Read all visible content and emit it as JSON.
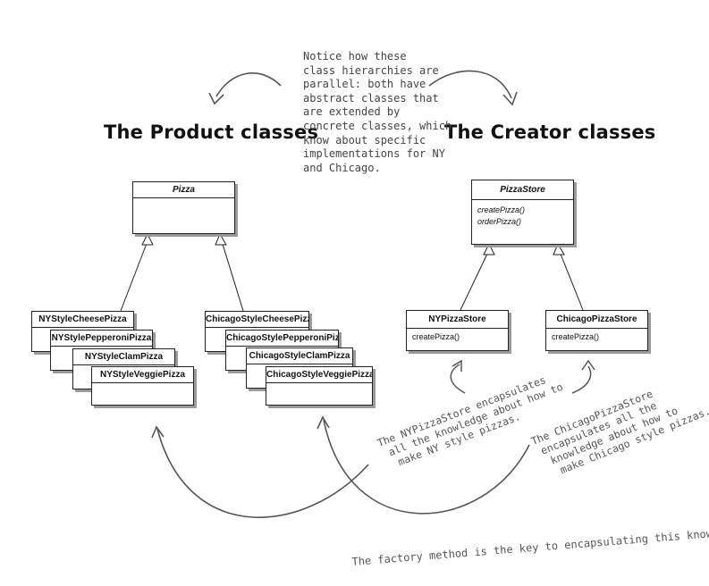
{
  "headings": {
    "product": "The Product classes",
    "creator": "The Creator classes"
  },
  "top_note": [
    "Notice how these",
    "class hierarchies are",
    "parallel: both have",
    "abstract classes that",
    "are extended by",
    "concrete classes, which",
    "know about  specific",
    "implementations for NY",
    "and Chicago."
  ],
  "product": {
    "abstract": {
      "name": "Pizza"
    },
    "ny": [
      "NYStyleCheesePizza",
      "NYStylePepperoniPizza",
      "NYStyleClamPizza",
      "NYStyleVeggiePizza"
    ],
    "chicago": [
      "ChicagoStyleCheesePizza",
      "ChicagoStylePepperoniPizza",
      "ChicagoStyleClamPizza",
      "ChicagoStyleVeggiePizza"
    ]
  },
  "creator": {
    "abstract": {
      "name": "PizzaStore",
      "methods": [
        "createPizza()",
        "orderPizza()"
      ]
    },
    "ny": {
      "name": "NYPizzaStore",
      "methods": [
        "createPizza()"
      ]
    },
    "chicago": {
      "name": "ChicagoPizzaStore",
      "methods": [
        "createPizza()"
      ]
    }
  },
  "annotations": {
    "ny_store": [
      "The NYPizzaStore encapsulates",
      "all the knowledge about how to",
      "make NY style pizzas."
    ],
    "chicago_store": [
      "The ChicagoPizzaStore",
      "encapsulates all the",
      "knowledge about how to",
      "make Chicago style pizzas."
    ],
    "bottom": "The factory method is the key to encapsulating this knowledge."
  }
}
